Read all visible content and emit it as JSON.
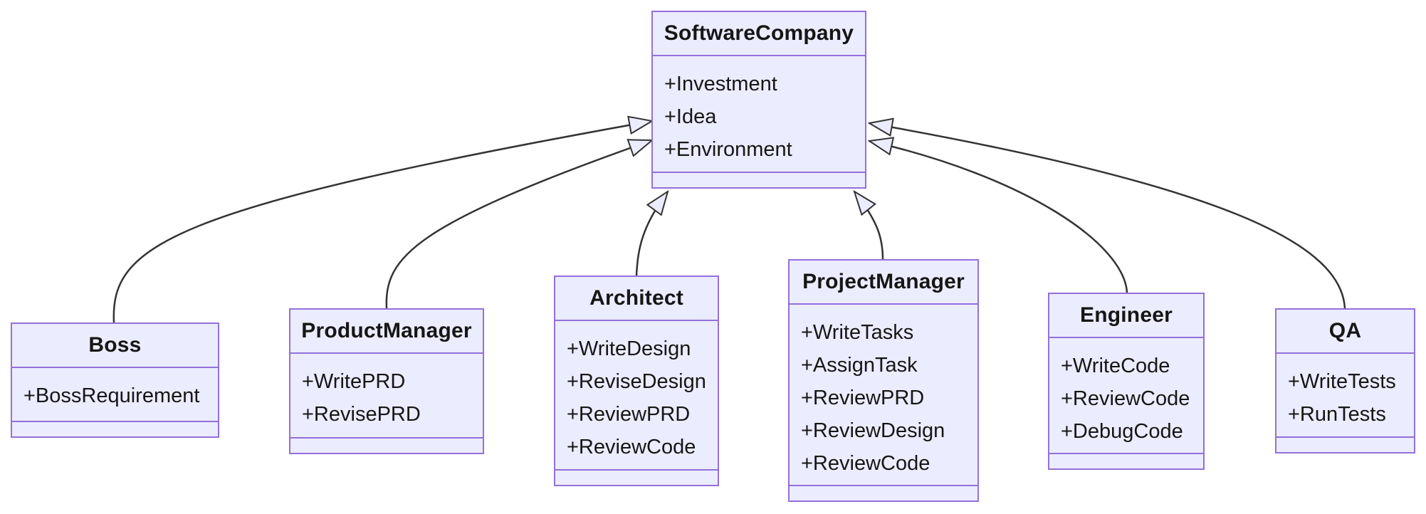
{
  "diagram": {
    "kind": "uml-class-diagram",
    "colors": {
      "node_fill": "#ECECFF",
      "node_border": "#9370DB",
      "edge_line": "#333333",
      "arrowhead_fill": "#ECECFF",
      "text": "#161616",
      "background": "#FFFFFF"
    },
    "classes": {
      "software_company": {
        "name": "SoftwareCompany",
        "attributes": [
          "+Investment",
          "+Idea",
          "+Environment"
        ]
      },
      "boss": {
        "name": "Boss",
        "attributes": [
          "+BossRequirement"
        ]
      },
      "product_manager": {
        "name": "ProductManager",
        "attributes": [
          "+WritePRD",
          "+RevisePRD"
        ]
      },
      "architect": {
        "name": "Architect",
        "attributes": [
          "+WriteDesign",
          "+ReviseDesign",
          "+ReviewPRD",
          "+ReviewCode"
        ]
      },
      "project_manager": {
        "name": "ProjectManager",
        "attributes": [
          "+WriteTasks",
          "+AssignTask",
          "+ReviewPRD",
          "+ReviewDesign",
          "+ReviewCode"
        ]
      },
      "engineer": {
        "name": "Engineer",
        "attributes": [
          "+WriteCode",
          "+ReviewCode",
          "+DebugCode"
        ]
      },
      "qa": {
        "name": "QA",
        "attributes": [
          "+WriteTests",
          "+RunTests"
        ]
      }
    },
    "relationships": [
      {
        "from": "Boss",
        "to": "SoftwareCompany",
        "type": "inheritance"
      },
      {
        "from": "ProductManager",
        "to": "SoftwareCompany",
        "type": "inheritance"
      },
      {
        "from": "Architect",
        "to": "SoftwareCompany",
        "type": "inheritance"
      },
      {
        "from": "ProjectManager",
        "to": "SoftwareCompany",
        "type": "inheritance"
      },
      {
        "from": "Engineer",
        "to": "SoftwareCompany",
        "type": "inheritance"
      },
      {
        "from": "QA",
        "to": "SoftwareCompany",
        "type": "inheritance"
      }
    ]
  }
}
